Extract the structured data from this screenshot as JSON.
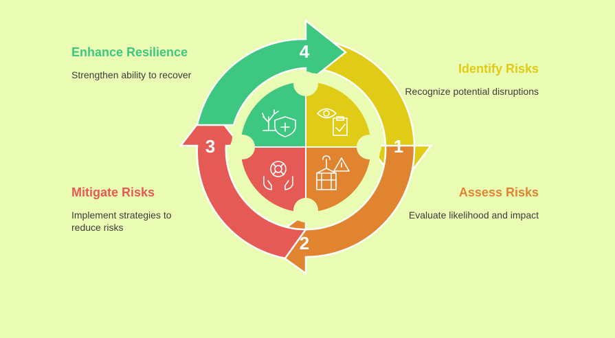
{
  "colors": {
    "background": "#eafcb4",
    "identify": "#e0cc16",
    "assess": "#e08430",
    "mitigate": "#e55a54",
    "enhance": "#3ec781",
    "white": "#ffffff"
  },
  "steps": [
    {
      "number": "1",
      "title": "Identify Risks",
      "description": "Recognize potential disruptions",
      "icon": "eye-clipboard-icon"
    },
    {
      "number": "2",
      "title": "Assess Risks",
      "description": "Evaluate likelihood and impact",
      "icon": "crane-warning-icon"
    },
    {
      "number": "3",
      "title": "Mitigate Risks",
      "description": "Implement strategies to reduce risks",
      "icon": "hands-lifebuoy-icon"
    },
    {
      "number": "4",
      "title": "Enhance Resilience",
      "description": "Strengthen ability to recover",
      "icon": "tree-shield-icon"
    }
  ]
}
